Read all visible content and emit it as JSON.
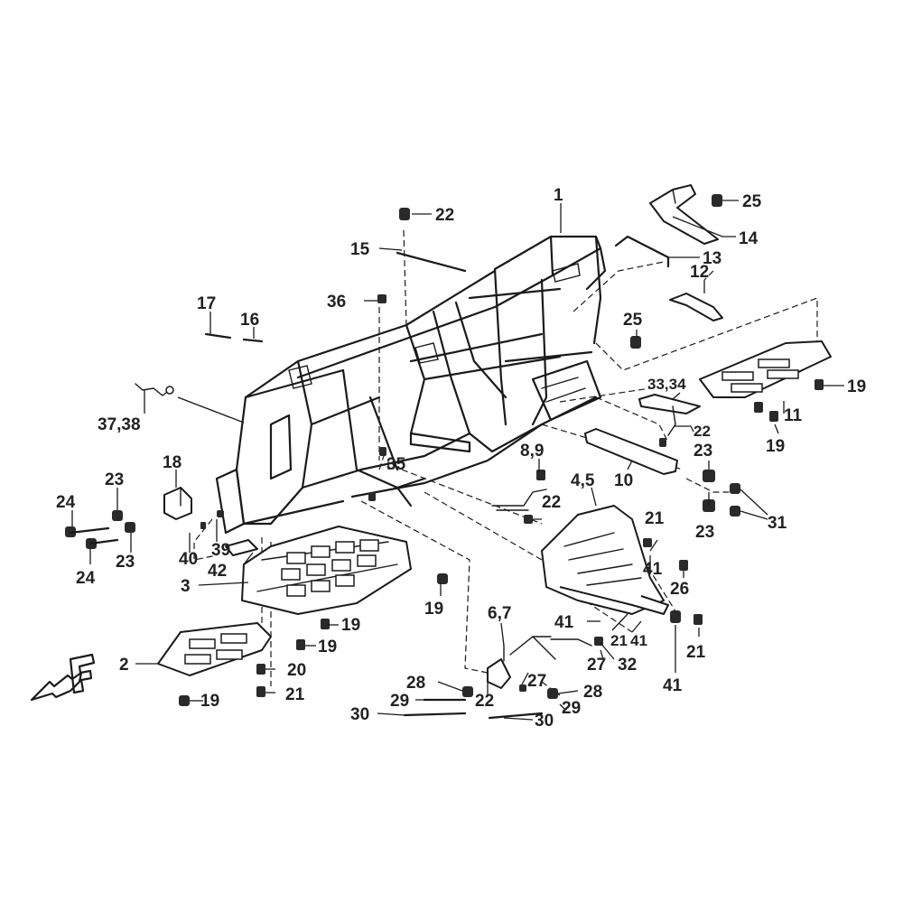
{
  "callouts": {
    "c1": "1",
    "c2": "2",
    "c3": "3",
    "c4_5": "4,5",
    "c6_7": "6,7",
    "c8_9": "8,9",
    "c10": "10",
    "c11": "11",
    "c12": "12",
    "c13": "13",
    "c14": "14",
    "c15": "15",
    "c16": "16",
    "c17": "17",
    "c18": "18",
    "c19": "19",
    "c20": "20",
    "c21": "21",
    "c22": "22",
    "c23": "23",
    "c24": "24",
    "c25": "25",
    "c26": "26",
    "c27": "27",
    "c28": "28",
    "c29": "29",
    "c30": "30",
    "c31": "31",
    "c32": "32",
    "c33_34": "33,34",
    "c35": "35",
    "c36": "36",
    "c37_38": "37,38",
    "c39": "39",
    "c40": "40",
    "c41": "41",
    "c42": "42"
  },
  "direction_marker": {
    "letter": "F",
    "icon": "front-direction-arrow-icon"
  },
  "colors": {
    "ink": "#1a1a1a",
    "background": "#ffffff"
  }
}
